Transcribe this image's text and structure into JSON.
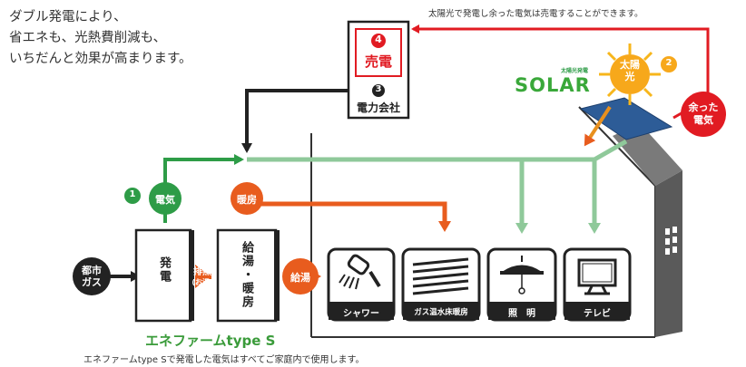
{
  "intro": {
    "line1": "ダブル発電により、",
    "line2": "省エネも、光熱費削減も、",
    "line3": "いちだんと効果が高まります。"
  },
  "top_note": "太陽光で発電し余った電気は売電することができます。",
  "power_company": {
    "sell_number": "4",
    "sell_label": "売電",
    "company_number": "3",
    "company_label": "電力会社"
  },
  "solar": {
    "logo_small": "太陽光発電",
    "logo": "SOLAR",
    "sun_label_1": "太陽",
    "sun_label_2": "光",
    "sun_number": "2",
    "surplus_1": "余った",
    "surplus_2": "電気"
  },
  "flow": {
    "electricity_number": "1",
    "electricity_label": "電気",
    "heating_label": "暖房",
    "city_gas_1": "都市",
    "city_gas_2": "ガス",
    "generation_label": "発電",
    "exhaust_heat_1": "排熱",
    "exhaust_heat_2": "(お湯)",
    "supply_unit_label": "給湯・暖房",
    "hot_water_label": "給湯"
  },
  "appliances": [
    "シャワー",
    "ガス温水床暖房",
    "照　明",
    "テレビ"
  ],
  "caption": "エネファームtype S",
  "bottom_note": "エネファームtype Sで発電した電気はすべてご家庭内で使用します。",
  "colors": {
    "green": "#2e9c47",
    "light_green": "#8fc99a",
    "orange": "#e85c1e",
    "red": "#e11b22",
    "black": "#222222",
    "gray": "#5a5a5a"
  }
}
